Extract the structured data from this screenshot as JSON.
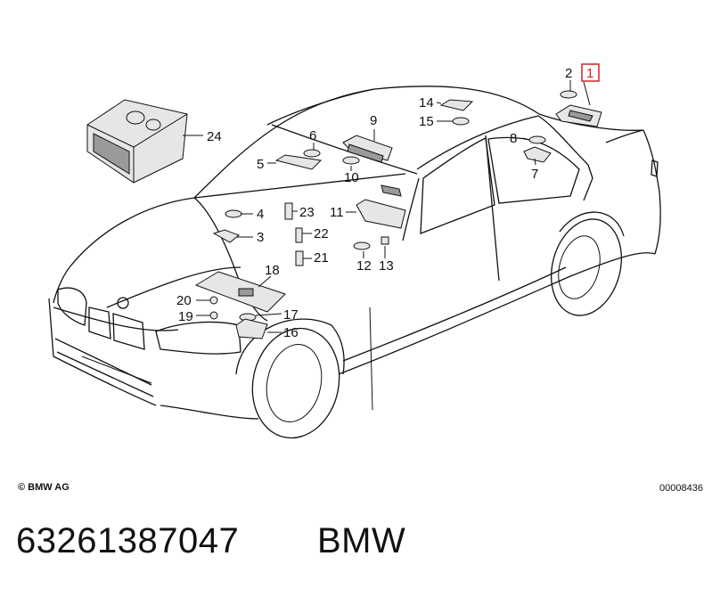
{
  "callouts": {
    "c1": "1",
    "c2": "2",
    "c3": "3",
    "c4": "4",
    "c5": "5",
    "c6": "6",
    "c7": "7",
    "c8": "8",
    "c9": "9",
    "c10": "10",
    "c11": "11",
    "c12": "12",
    "c13": "13",
    "c14": "14",
    "c15": "15",
    "c16": "16",
    "c17": "17",
    "c18": "18",
    "c19": "19",
    "c20": "20",
    "c21": "21",
    "c22": "22",
    "c23": "23",
    "c24": "24"
  },
  "highlighted_callout": "1",
  "highlight_color": "#d62020",
  "footer": {
    "copyright": "© BMW AG",
    "diagram_id": "00008436"
  },
  "product": {
    "part_number": "63261387047",
    "brand": "BMW"
  }
}
